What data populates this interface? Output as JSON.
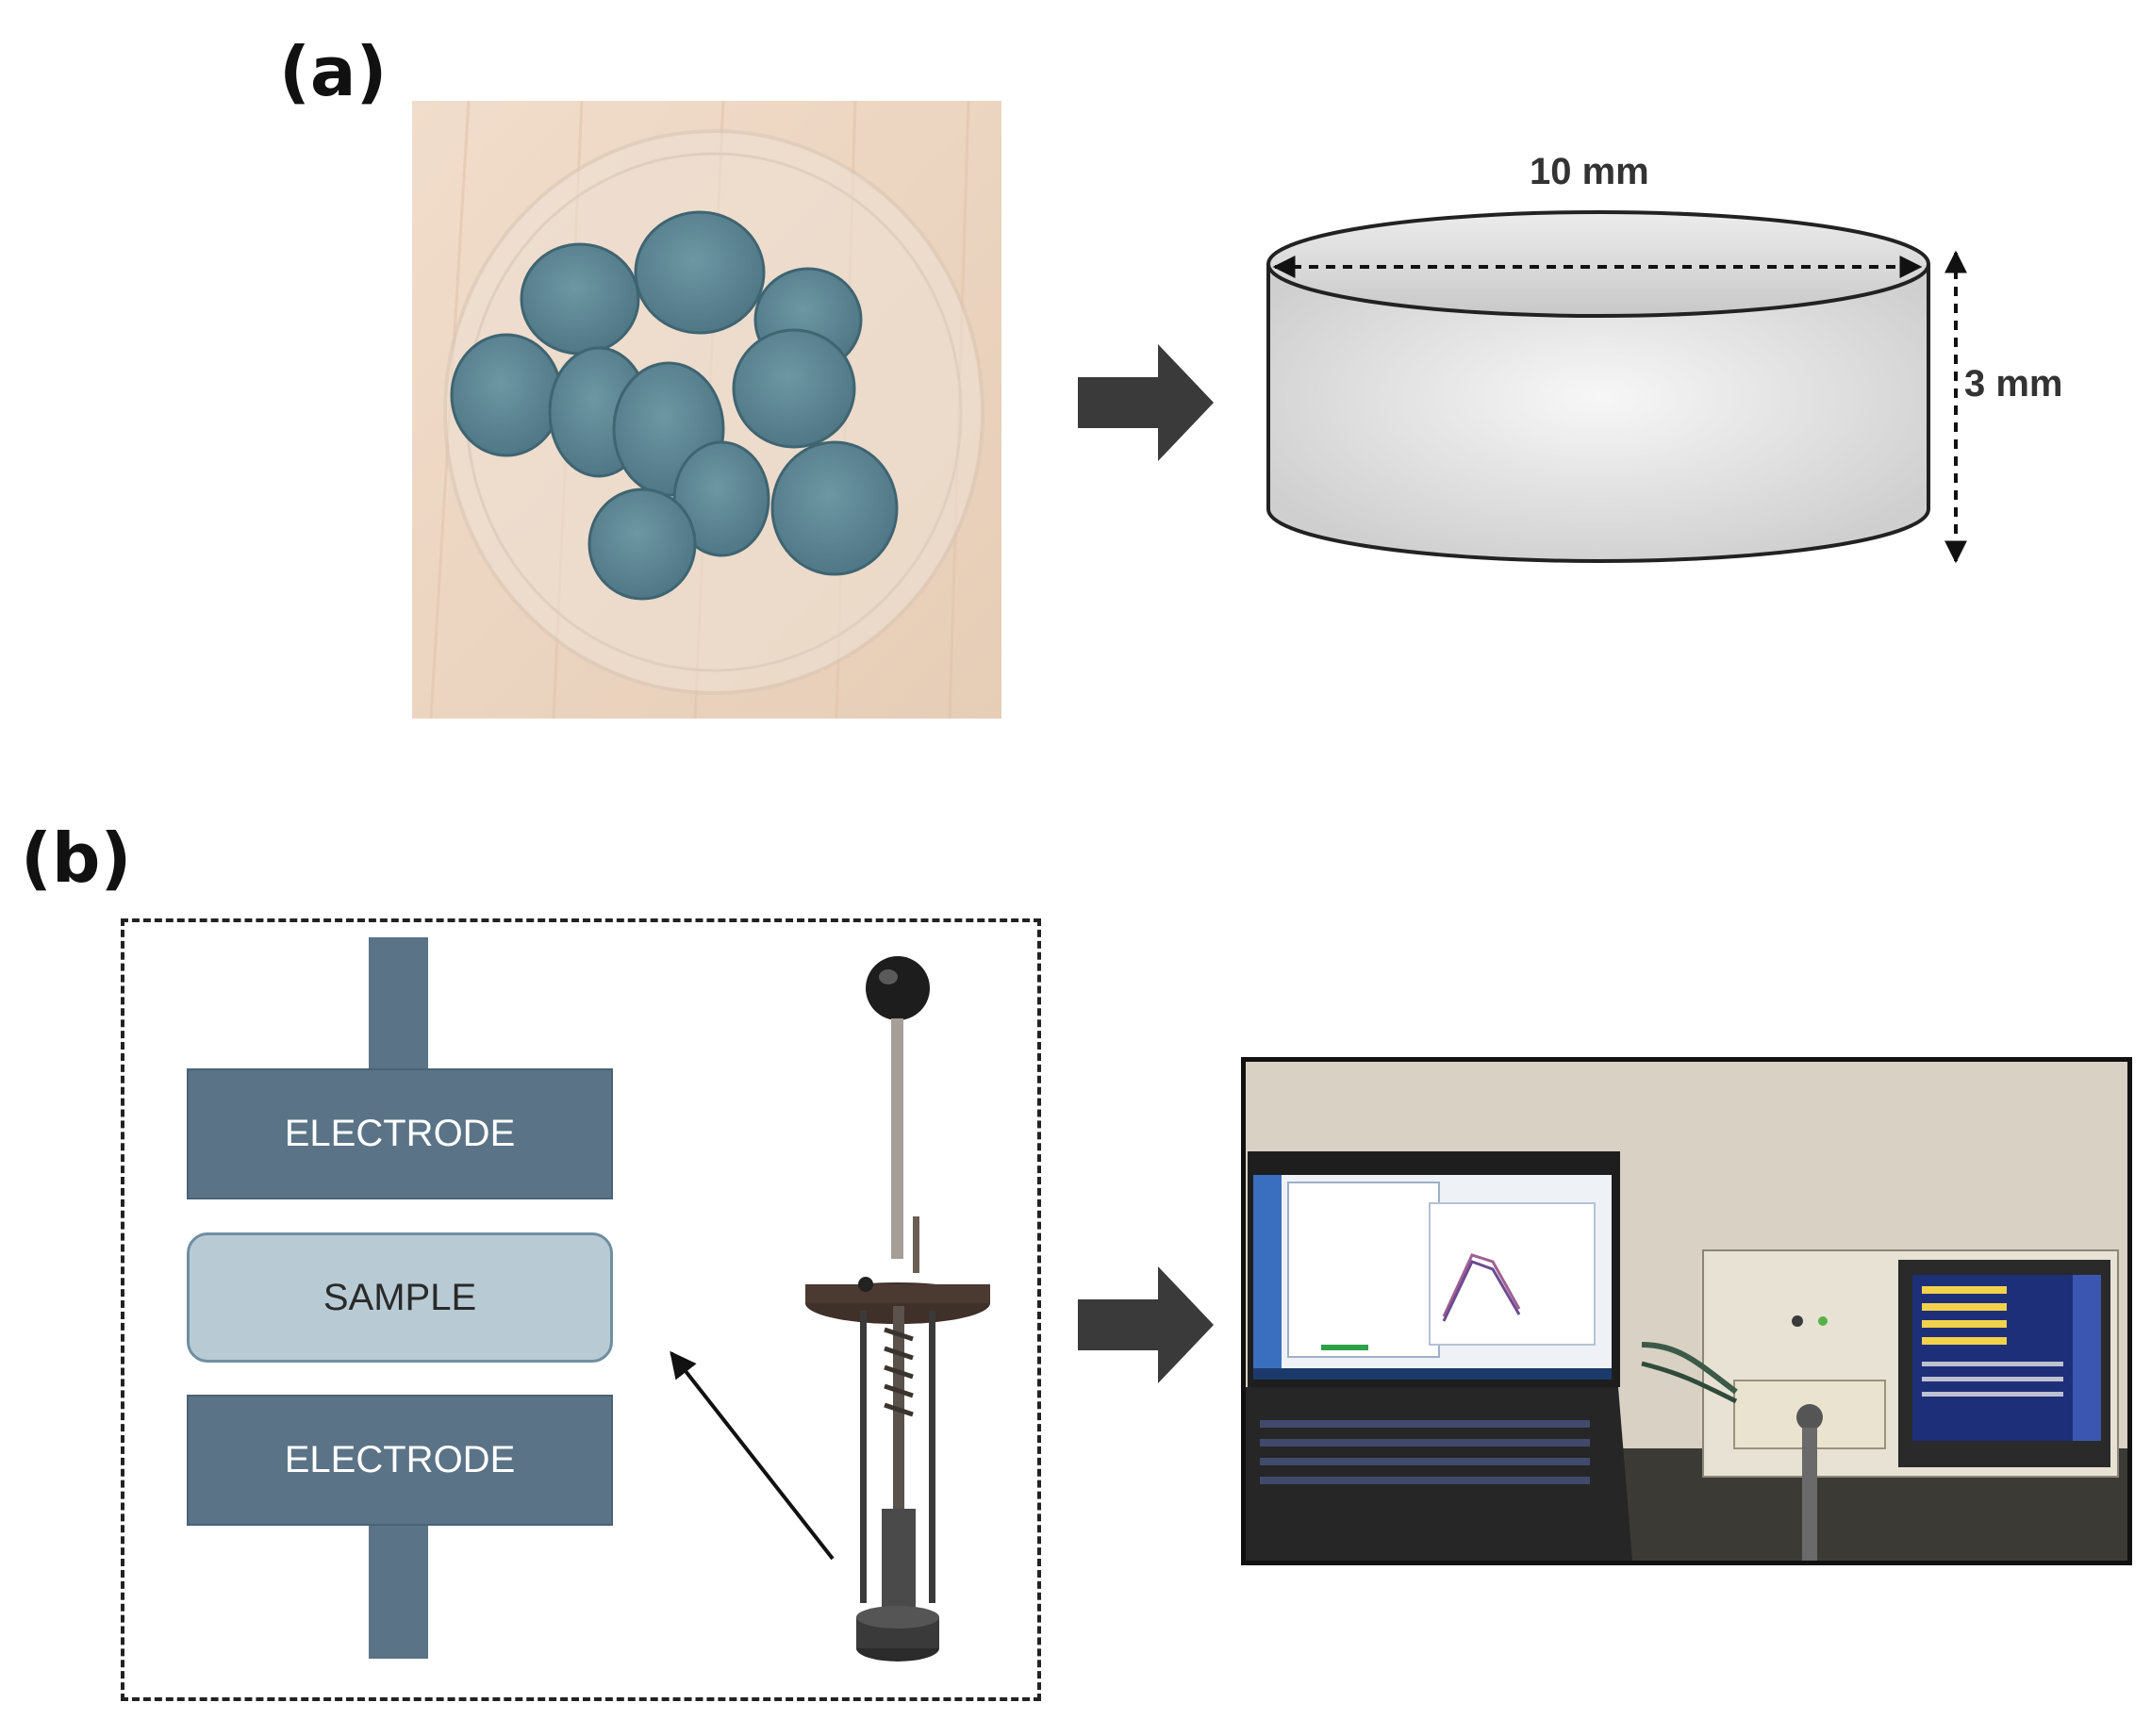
{
  "panels": {
    "a": {
      "label": "(a)"
    },
    "b": {
      "label": "(b)"
    }
  },
  "dimensions": {
    "diameter": "10 mm",
    "height": "3 mm"
  },
  "schematic": {
    "top_electrode": "ELECTRODE",
    "sample": "SAMPLE",
    "bottom_electrode": "ELECTRODE"
  },
  "colors": {
    "electrode": "#5a7386",
    "sample": "#b8cbd5",
    "pellet": "#5f8795",
    "arrow": "#3a3a3a"
  },
  "icons": [
    "right-arrow-icon",
    "pointer-arrow-icon",
    "dimension-arrow-icon"
  ]
}
